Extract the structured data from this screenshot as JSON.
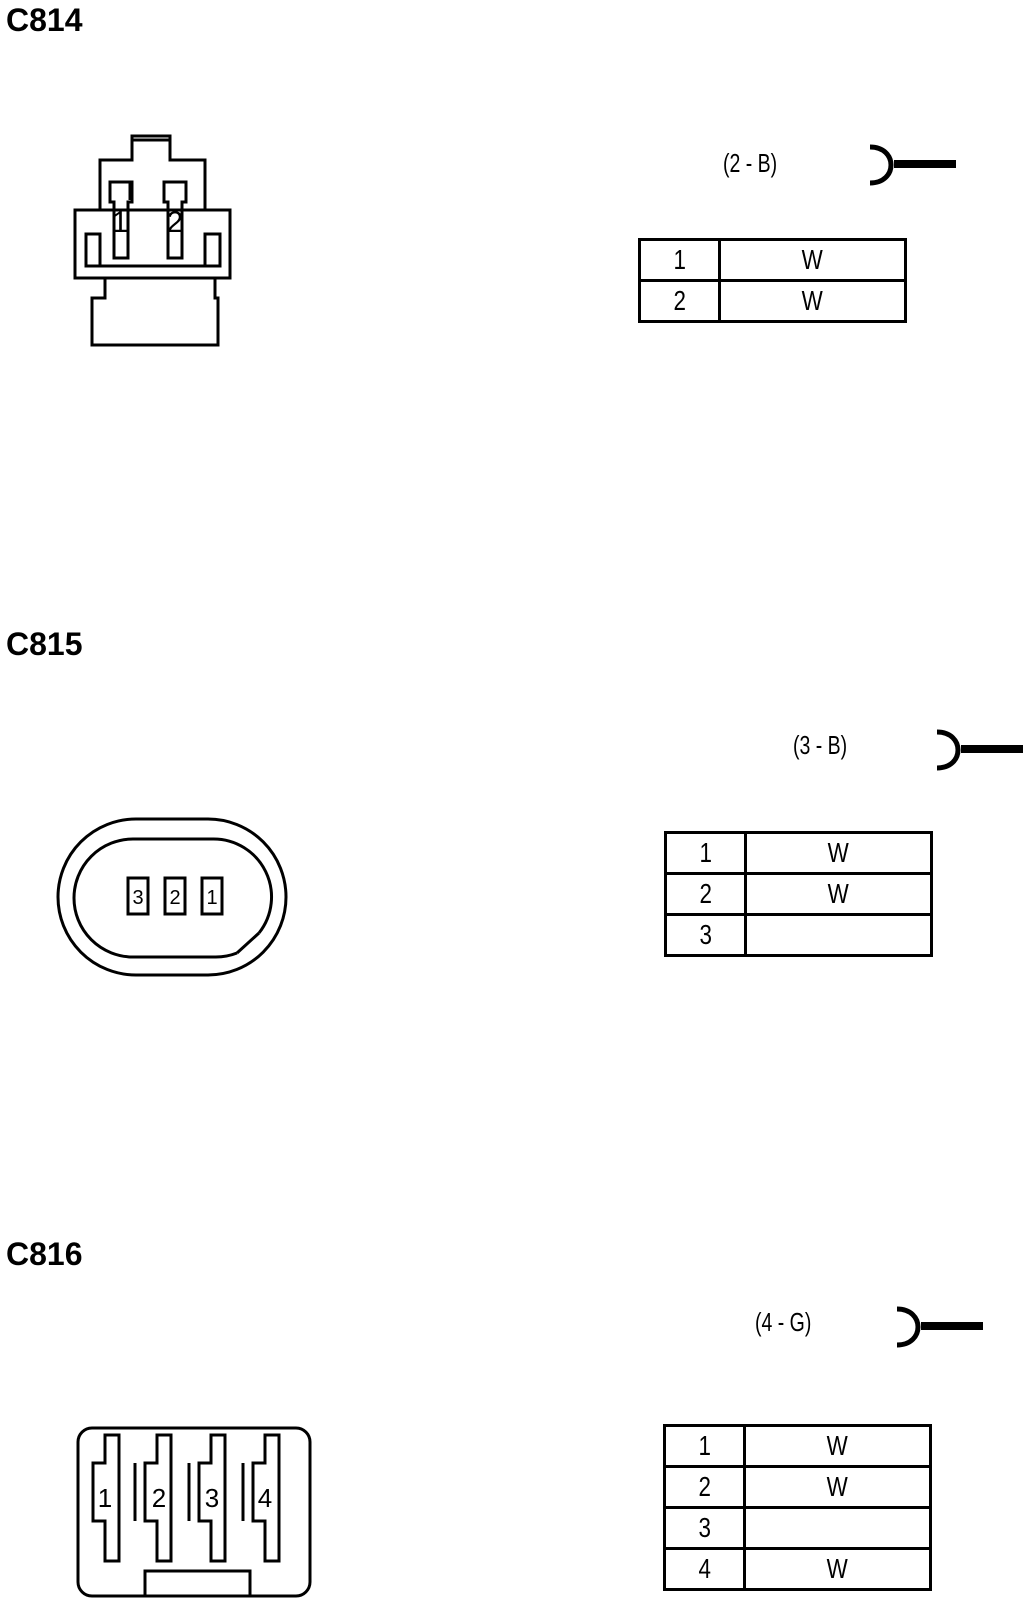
{
  "connectors": [
    {
      "title": "C814",
      "code": "(2 - B)",
      "face_labels": [
        "1",
        "2"
      ],
      "rows": [
        {
          "pin": "1",
          "color": "W"
        },
        {
          "pin": "2",
          "color": "W"
        }
      ]
    },
    {
      "title": "C815",
      "code": "(3 - B)",
      "face_labels": [
        "3",
        "2",
        "1"
      ],
      "rows": [
        {
          "pin": "1",
          "color": "W"
        },
        {
          "pin": "2",
          "color": "W"
        },
        {
          "pin": "3",
          "color": ""
        }
      ]
    },
    {
      "title": "C816",
      "code": "(4 - G)",
      "face_labels": [
        "1",
        "2",
        "3",
        "4"
      ],
      "rows": [
        {
          "pin": "1",
          "color": "W"
        },
        {
          "pin": "2",
          "color": "W"
        },
        {
          "pin": "3",
          "color": ""
        },
        {
          "pin": "4",
          "color": "W"
        }
      ]
    }
  ]
}
